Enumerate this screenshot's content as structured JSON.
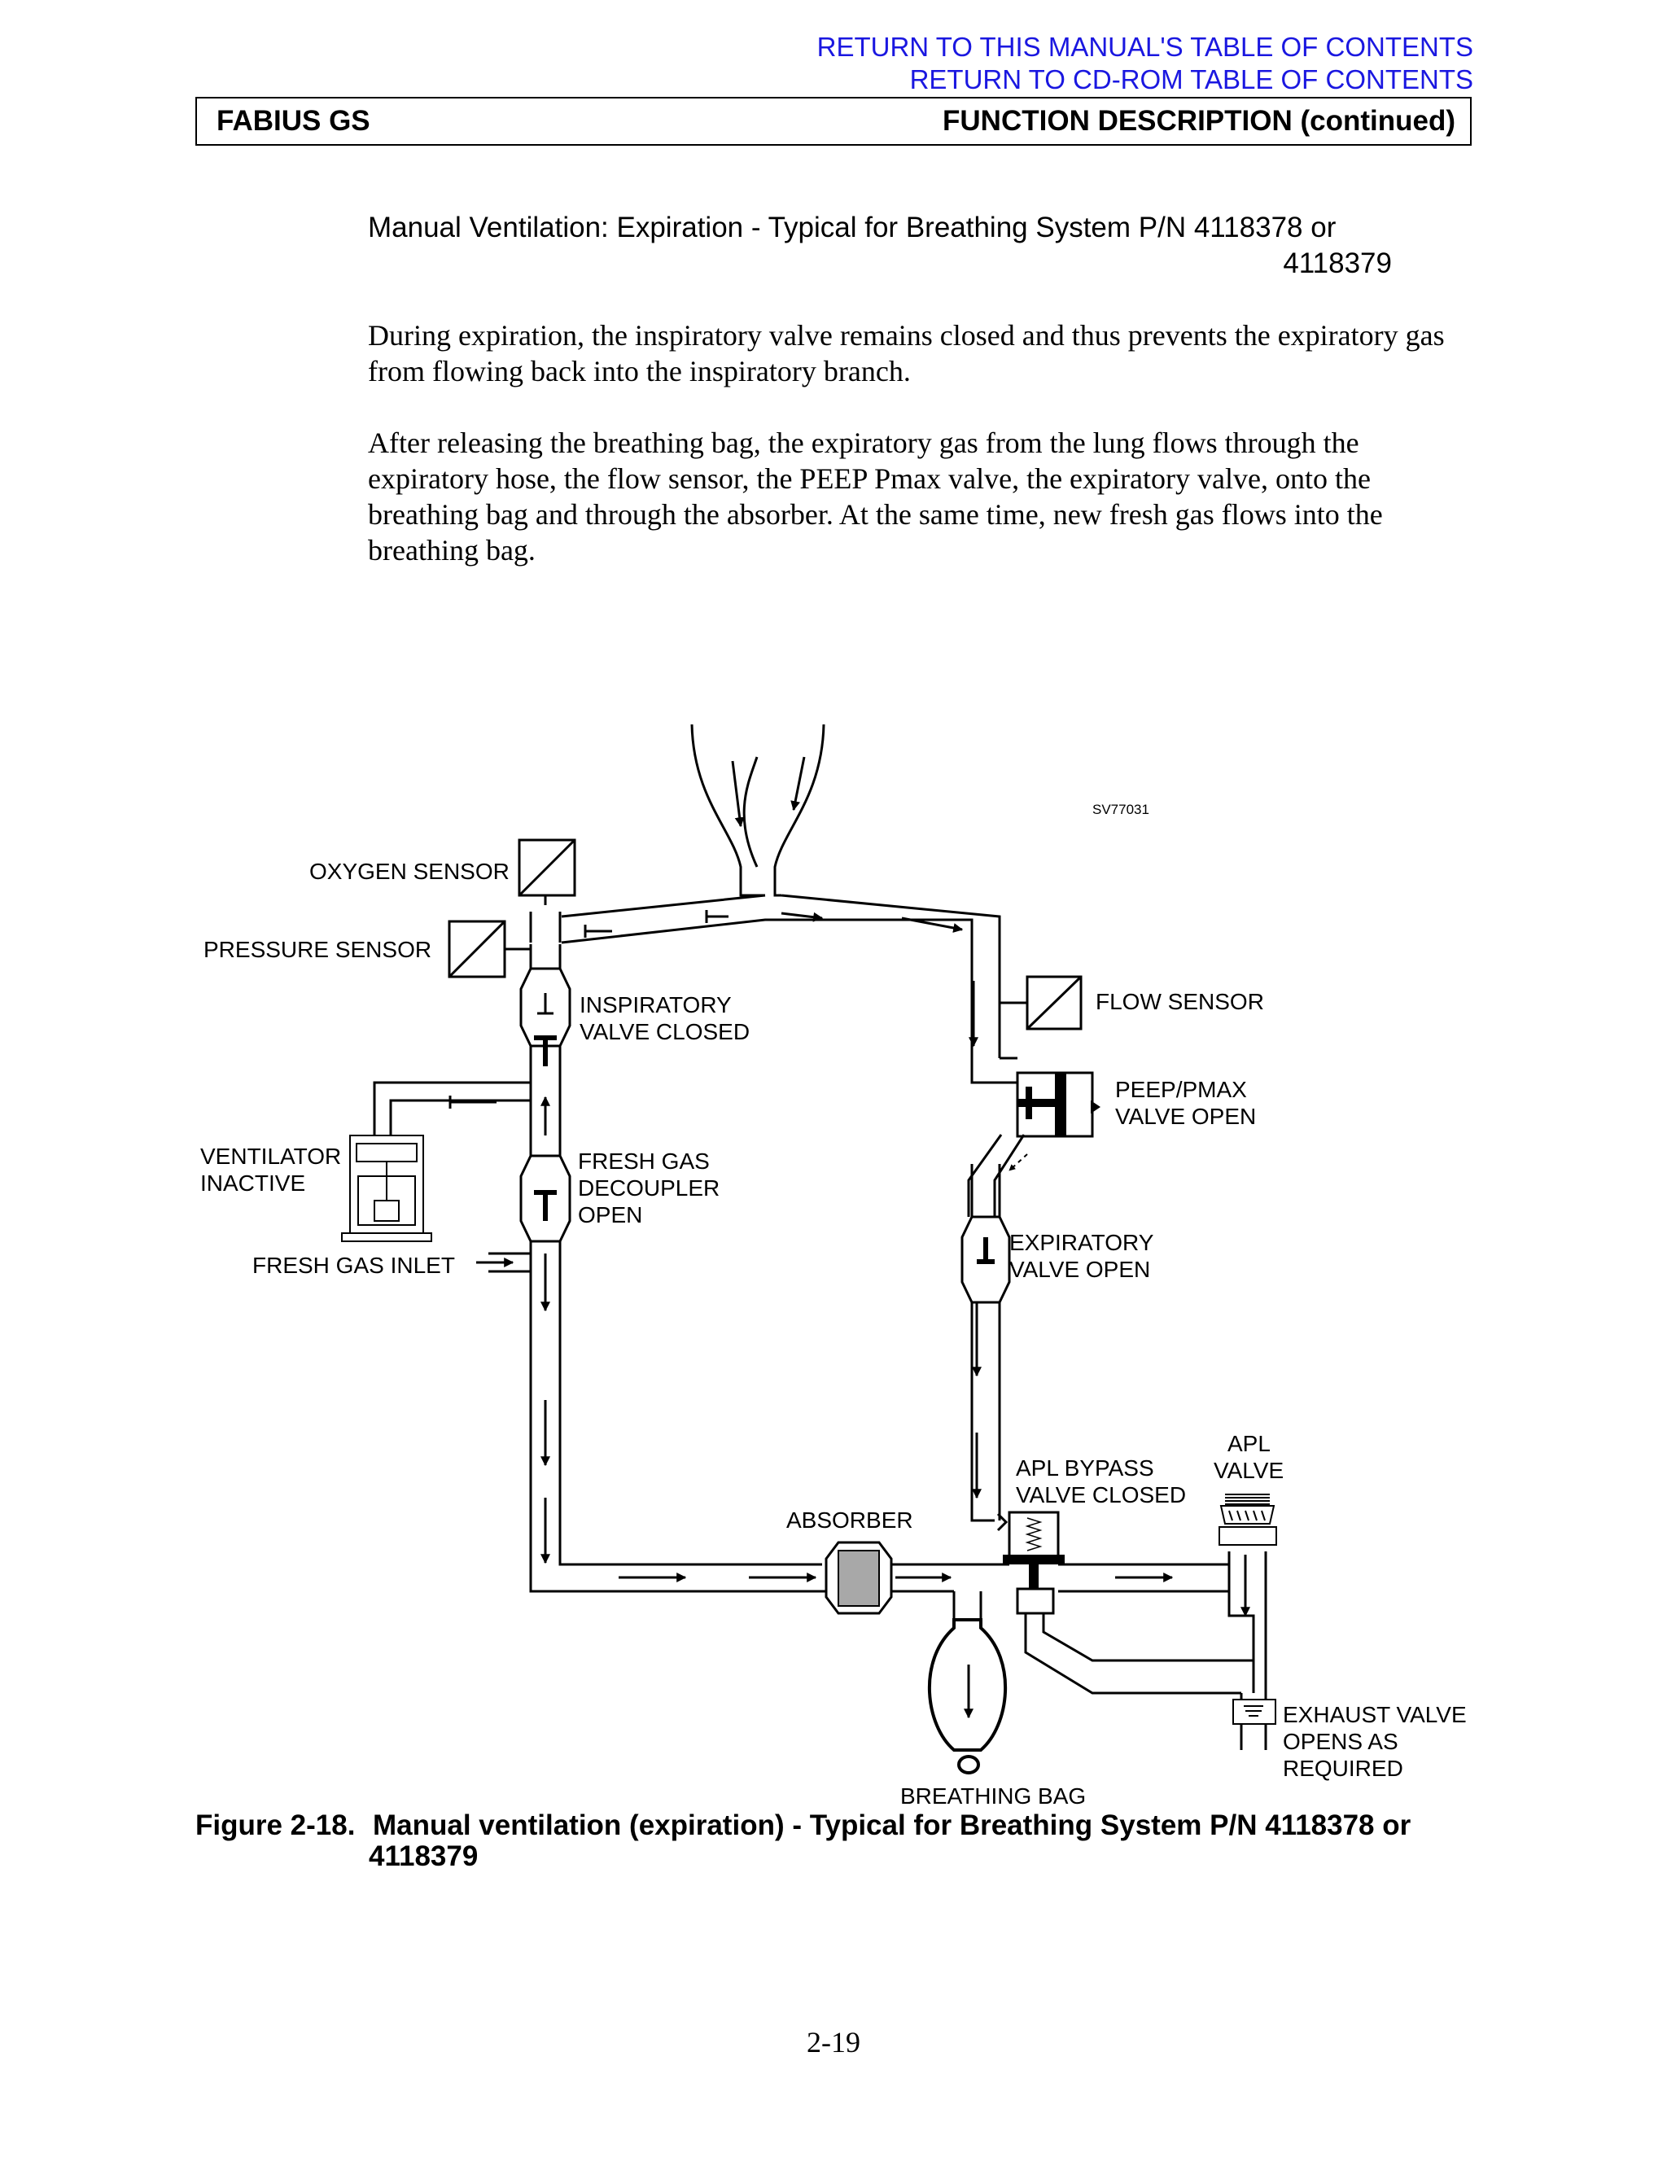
{
  "nav": {
    "link1": "RETURN TO THIS MANUAL'S TABLE OF CONTENTS",
    "link2": "RETURN TO CD-ROM TABLE OF CONTENTS"
  },
  "header": {
    "left": "FABIUS GS",
    "right": "FUNCTION DESCRIPTION (continued)"
  },
  "section": {
    "title_line1": "Manual Ventilation: Expiration - Typical for Breathing System P/N 4118378 or",
    "title_line2": "4118379",
    "paragraph1": "During expiration, the inspiratory valve remains closed and thus prevents the expiratory gas from flowing back into the inspiratory branch.",
    "paragraph2": "After releasing the breathing bag, the expiratory gas from the lung flows through the expiratory hose, the flow sensor, the PEEP Pmax valve, the expiratory valve, onto the breathing bag and through the absorber. At the same time, new fresh gas flows into the breathing bag."
  },
  "diagram": {
    "code": "SV77031",
    "labels": {
      "oxygen_sensor": "OXYGEN SENSOR",
      "pressure_sensor": "PRESSURE SENSOR",
      "inspiratory_1": "INSPIRATORY",
      "inspiratory_2": "VALVE CLOSED",
      "flow_sensor": "FLOW SENSOR",
      "peep_1": "PEEP/PMAX",
      "peep_2": "VALVE OPEN",
      "ventilator_1": "VENTILATOR",
      "ventilator_2": "INACTIVE",
      "fresh_gas_1": "FRESH GAS",
      "fresh_gas_2": "DECOUPLER",
      "fresh_gas_3": "OPEN",
      "fresh_gas_inlet": "FRESH GAS INLET",
      "expiratory_1": "EXPIRATORY",
      "expiratory_2": "VALVE OPEN",
      "apl_1": "APL",
      "apl_2": "VALVE",
      "apl_bypass_1": "APL BYPASS",
      "apl_bypass_2": "VALVE CLOSED",
      "absorber": "ABSORBER",
      "exhaust_1": "EXHAUST VALVE",
      "exhaust_2": "OPENS AS",
      "exhaust_3": "REQUIRED",
      "breathing_bag": "BREATHING BAG"
    }
  },
  "figure": {
    "number": "Figure 2-18.",
    "caption_line1": "Manual ventilation (expiration) - Typical for Breathing System P/N 4118378 or",
    "caption_line2": "4118379"
  },
  "page_number": "2-19"
}
